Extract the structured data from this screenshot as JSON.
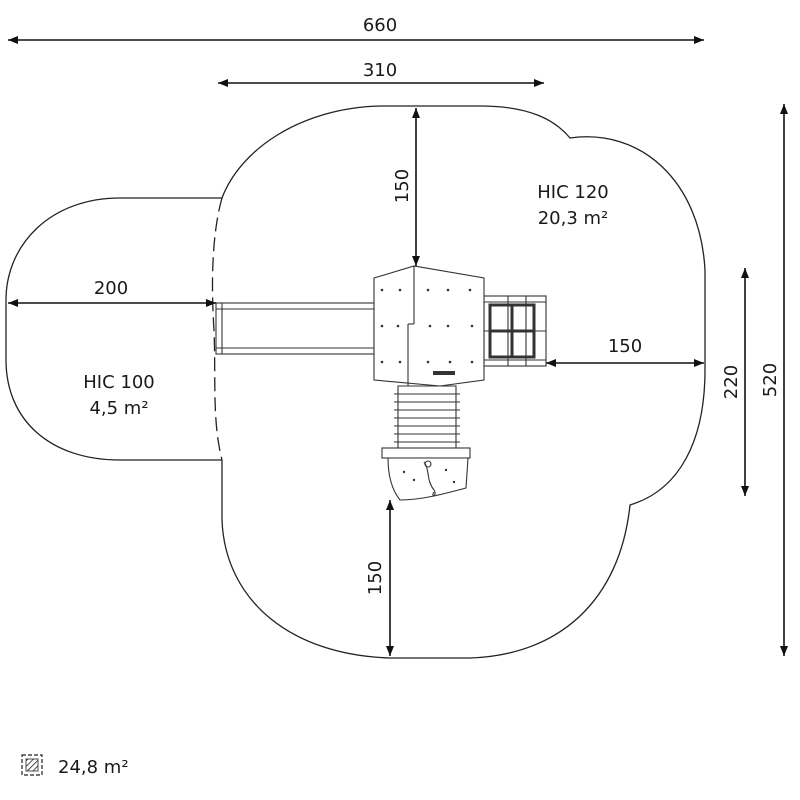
{
  "dimensions": {
    "overall_width": "660",
    "inner_width": "310",
    "top_depth": "150",
    "left_width": "200",
    "right_depth": "150",
    "bottom_depth": "150",
    "inner_height": "220",
    "overall_height": "520"
  },
  "zones": {
    "main": {
      "hic": "HIC 120",
      "area": "20,3 m²"
    },
    "slide": {
      "hic": "HIC 100",
      "area": "4,5 m²"
    }
  },
  "legend": {
    "total_area": "24,8 m²",
    "icon": "hatched-area-icon"
  }
}
